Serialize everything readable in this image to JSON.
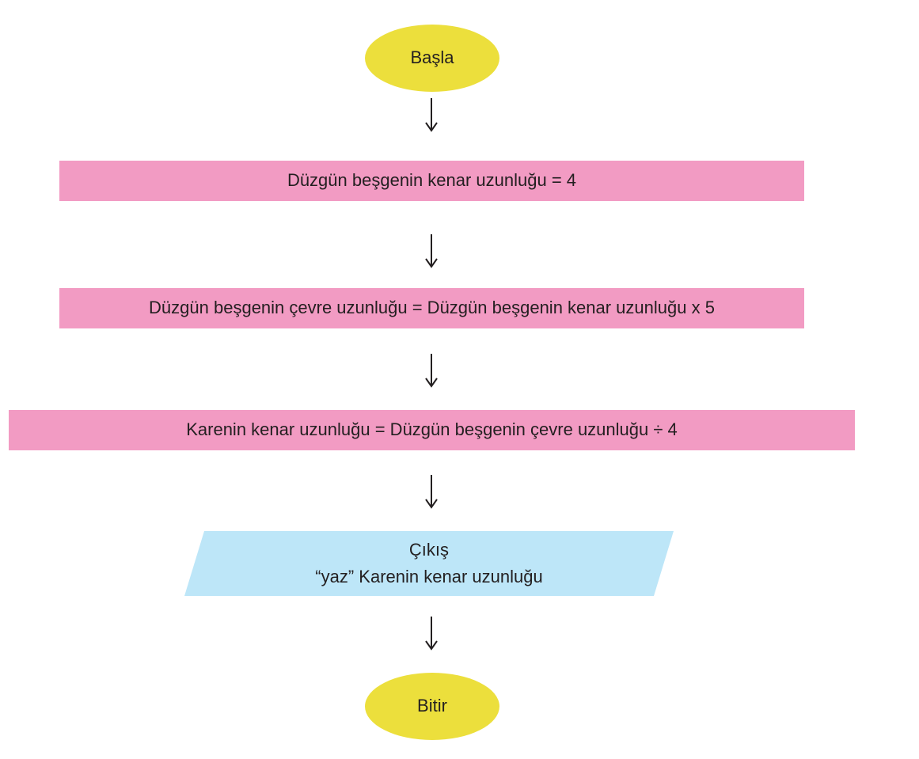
{
  "flowchart": {
    "start": {
      "label": "Başla"
    },
    "step1": {
      "label": "Düzgün beşgenin kenar uzunluğu = 4"
    },
    "step2": {
      "label": "Düzgün beşgenin çevre uzunluğu = Düzgün beşgenin kenar uzunluğu x 5"
    },
    "step3": {
      "label": "Karenin kenar uzunluğu = Düzgün beşgenin çevre uzunluğu ÷ 4"
    },
    "output": {
      "title": "Çıkış",
      "label": "“yaz” Karenin kenar uzunluğu"
    },
    "end": {
      "label": "Bitir"
    }
  },
  "colors": {
    "terminal": "#ecdf3c",
    "process": "#f29bc3",
    "io": "#bde6f8",
    "arrow": "#231f20"
  }
}
